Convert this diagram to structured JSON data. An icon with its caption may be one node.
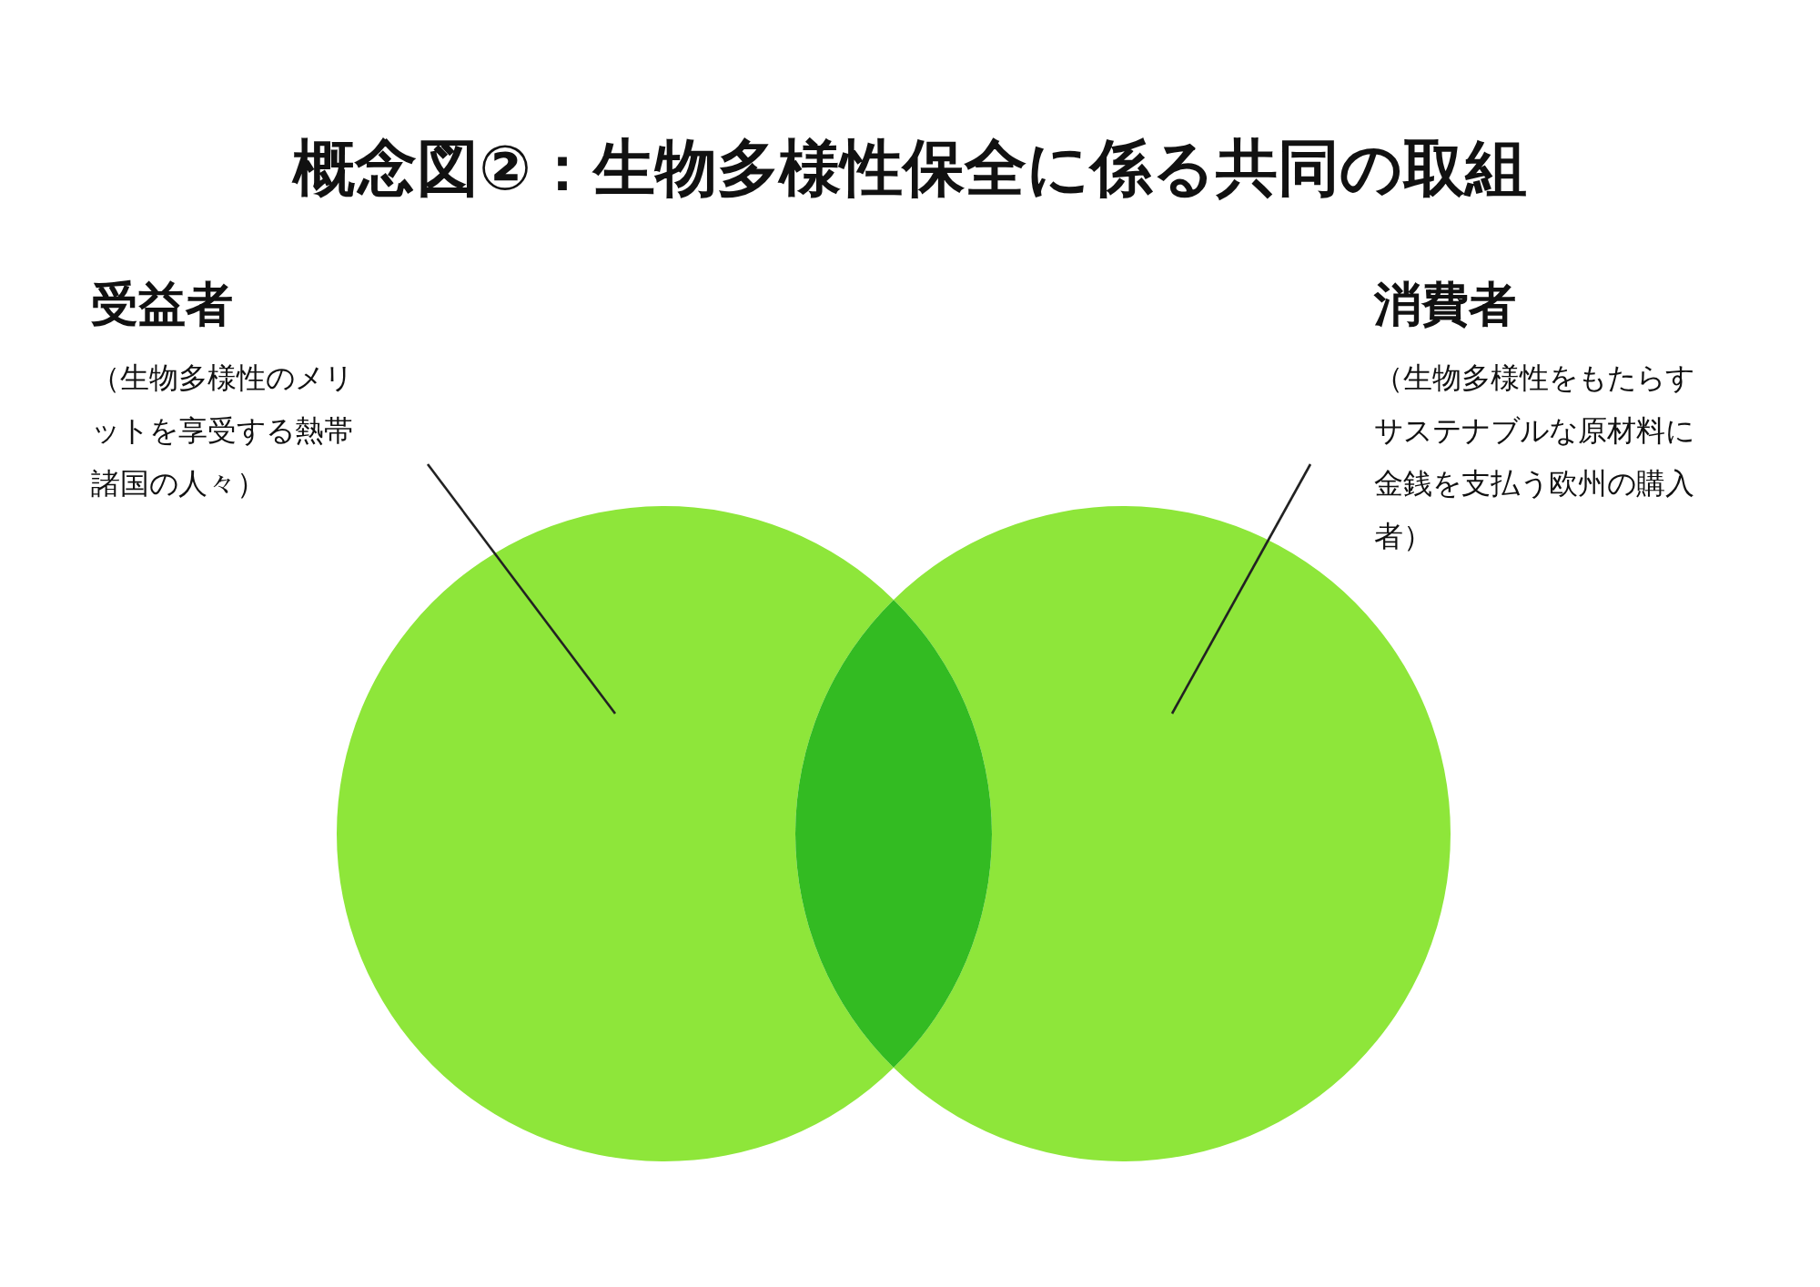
{
  "diagram": {
    "title": "概念図②：生物多様性保全に係る共同の取組",
    "nodes": [
      {
        "text": [
          "受益者",
          "（生物多様性のメリットを享受する熱帯諸国の人々）"
        ]
      },
      {
        "text": [
          "消費者",
          "（生物多様性をもたらすサステナブルな原材料に金銭を支払う欧州の購入者）"
        ]
      },
      {
        "text": [],
        "shape": "circle"
      },
      {
        "text": [],
        "shape": "circle"
      },
      {
        "text": [],
        "shape": "lens"
      }
    ],
    "edges": [
      {
        "from": 0,
        "to": 2,
        "arrow": "none"
      },
      {
        "from": 1,
        "to": 3,
        "arrow": "none"
      }
    ]
  }
}
